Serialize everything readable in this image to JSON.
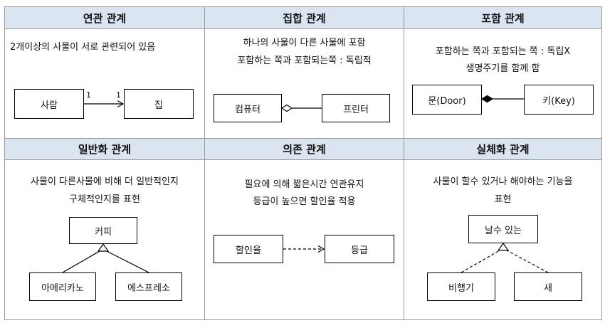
{
  "cells": {
    "association": {
      "title": "연관 관계",
      "desc": "2개이상의 사물이 서로 관련되어 있음",
      "box_a": "사람",
      "box_b": "집",
      "mult_a": "1",
      "mult_b": "1"
    },
    "aggregation": {
      "title": "집합 관계",
      "desc_line1": "하나의 사물이 다른 사물에 포함",
      "desc_line2": "포함하는 쪽과 포함되는쪽 : 독립적",
      "box_a": "컴퓨터",
      "box_b": "프린터"
    },
    "composition": {
      "title": "포함 관계",
      "desc_line1": "포함하는 쪽과 포함되는 쪽 : 독립X",
      "desc_line2": "생명주기를 함께 함",
      "box_a": "문(Door)",
      "box_b": "키(Key)"
    },
    "generalization": {
      "title": "일반화 관계",
      "desc_line1": "사물이 다른사물에 비해 더 일반적인지",
      "desc_line2": "구체적인지를 표현",
      "box_parent": "커피",
      "box_child_a": "아메리카노",
      "box_child_b": "에스프레소"
    },
    "dependency": {
      "title": "의존 관계",
      "desc_line1": "필요에 의해 짧은시간 연관유지",
      "desc_line2": "등급이 높으면 할인율 적용",
      "box_a": "할인율",
      "box_b": "등급"
    },
    "realization": {
      "title": "실체화 관계",
      "desc_line1": "사물이 할수 있거나 해야하는 기능을",
      "desc_line2": "표현",
      "box_parent": "날수 있는",
      "box_child_a": "비행기",
      "box_child_b": "새"
    }
  }
}
